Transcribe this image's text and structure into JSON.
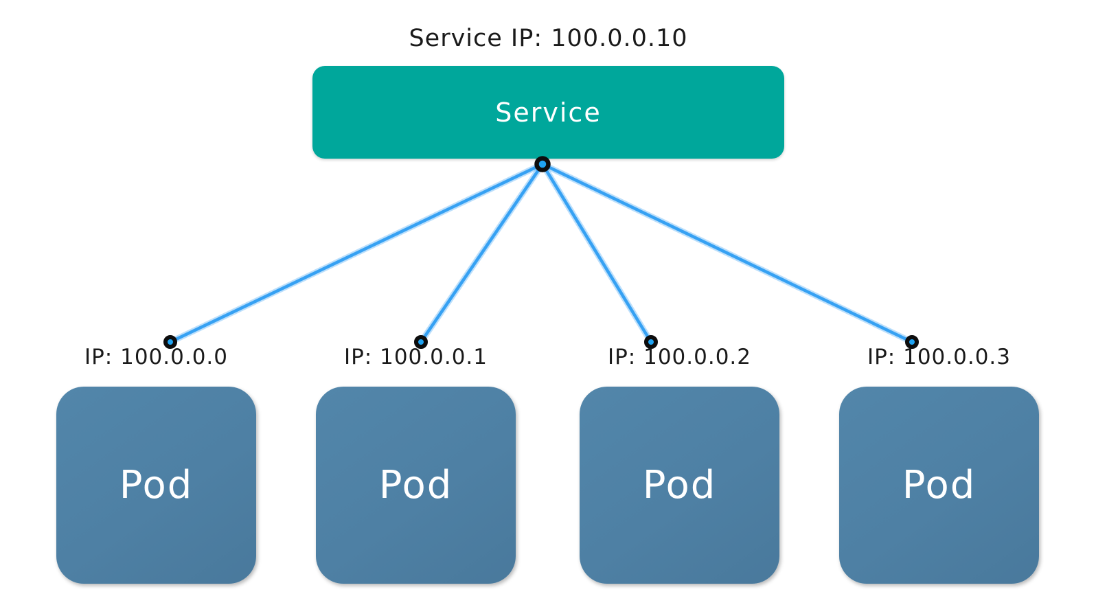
{
  "diagram": {
    "title": "Service IP: 100.0.0.10",
    "service": {
      "label": "Service"
    },
    "pods": [
      {
        "label": "Pod",
        "ip_label": "IP: 100.0.0.0"
      },
      {
        "label": "Pod",
        "ip_label": "IP: 100.0.0.1"
      },
      {
        "label": "Pod",
        "ip_label": "IP: 100.0.0.2"
      },
      {
        "label": "Pod",
        "ip_label": "IP: 100.0.0.3"
      }
    ],
    "colors": {
      "background": "#FFFFFF",
      "service_fill": "#00A79B",
      "pod_fill": "#4E80A4",
      "connection_line": "#2E9DF2",
      "endpoint_dot_fill": "#1FA3F2",
      "endpoint_dot_stroke": "#0D0D0D",
      "label_text": "#1A1A1A",
      "box_text": "#FFFFFF"
    }
  }
}
